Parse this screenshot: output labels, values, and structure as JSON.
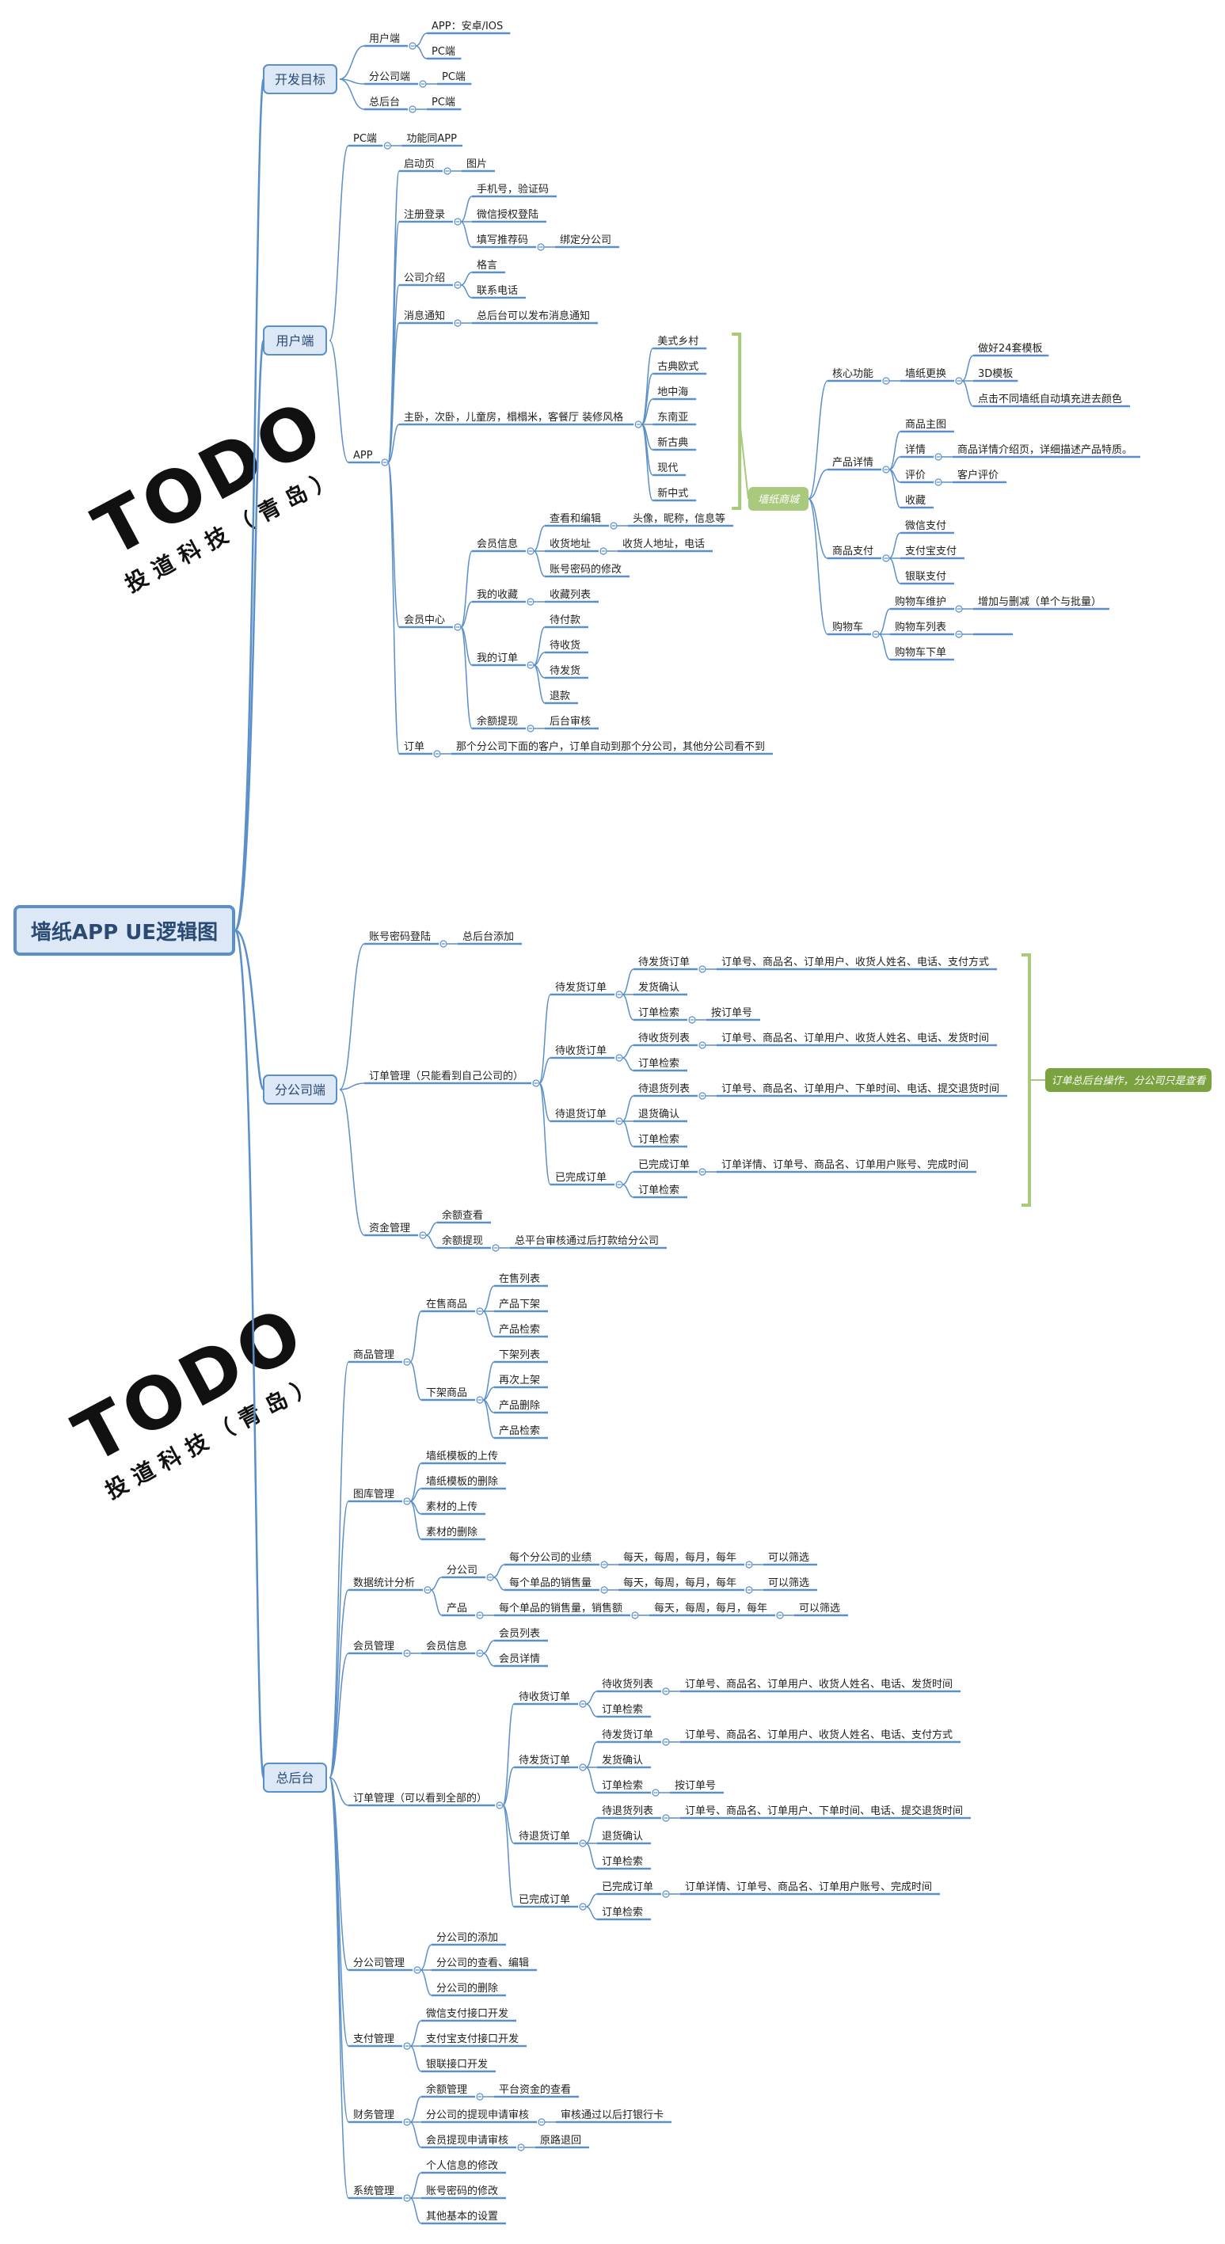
{
  "root": "墙纸APP UE逻辑图",
  "watermarks": [
    {
      "brand": "TODO",
      "sub": "投道科技（青岛）"
    },
    {
      "brand": "TODO",
      "sub": "投道科技（青岛）"
    }
  ],
  "side_notes": {
    "mall": "墙纸商城",
    "orders": "订单总后台操作，分公司只是查看"
  },
  "colors": {
    "blue": "#5b8fc9",
    "green": "#a9c97d",
    "line": "#5b8fc9"
  },
  "tree": [
    {
      "label": "开发目标",
      "type": "main",
      "children": [
        {
          "label": "用户端",
          "children": [
            {
              "label": "APP：安卓/IOS"
            },
            {
              "label": "PC端"
            }
          ]
        },
        {
          "label": "分公司端",
          "children": [
            {
              "label": "PC端"
            }
          ]
        },
        {
          "label": "总后台",
          "children": [
            {
              "label": "PC端"
            }
          ]
        }
      ]
    },
    {
      "label": "用户端",
      "type": "main",
      "children": [
        {
          "label": "PC端",
          "children": [
            {
              "label": "功能同APP"
            }
          ]
        },
        {
          "label": "APP",
          "children": [
            {
              "label": "启动页",
              "children": [
                {
                  "label": "图片"
                }
              ]
            },
            {
              "label": "注册登录",
              "children": [
                {
                  "label": "手机号，验证码"
                },
                {
                  "label": "微信授权登陆"
                },
                {
                  "label": "填写推荐码",
                  "children": [
                    {
                      "label": "绑定分公司"
                    }
                  ]
                }
              ]
            },
            {
              "label": "公司介绍",
              "children": [
                {
                  "label": "格言"
                },
                {
                  "label": "联系电话"
                }
              ]
            },
            {
              "label": "消息通知",
              "children": [
                {
                  "label": "总后台可以发布消息通知"
                }
              ]
            },
            {
              "label": "主卧，次卧，儿童房，榻榻米，客餐厅 装修风格",
              "children": [
                {
                  "label": "美式乡村"
                },
                {
                  "label": "古典欧式"
                },
                {
                  "label": "地中海"
                },
                {
                  "label": "东南亚"
                },
                {
                  "label": "新古典"
                },
                {
                  "label": "现代"
                },
                {
                  "label": "新中式"
                }
              ]
            },
            {
              "label": "会员中心",
              "children": [
                {
                  "label": "会员信息",
                  "children": [
                    {
                      "label": "查看和编辑",
                      "children": [
                        {
                          "label": "头像，昵称，信息等"
                        }
                      ]
                    },
                    {
                      "label": "收货地址",
                      "children": [
                        {
                          "label": "收货人地址，电话"
                        }
                      ]
                    },
                    {
                      "label": "账号密码的修改"
                    }
                  ]
                },
                {
                  "label": "我的收藏",
                  "children": [
                    {
                      "label": "收藏列表"
                    }
                  ]
                },
                {
                  "label": "我的订单",
                  "children": [
                    {
                      "label": "待付款"
                    },
                    {
                      "label": "待收货"
                    },
                    {
                      "label": "待发货"
                    },
                    {
                      "label": "退款"
                    }
                  ]
                },
                {
                  "label": "余额提现",
                  "children": [
                    {
                      "label": "后台审核"
                    }
                  ]
                }
              ]
            },
            {
              "label": "订单",
              "children": [
                {
                  "label": "那个分公司下面的客户，订单自动到那个分公司，其他分公司看不到"
                }
              ]
            }
          ]
        }
      ]
    },
    {
      "label": "墙纸商城",
      "type": "float",
      "children": [
        {
          "label": "核心功能",
          "children": [
            {
              "label": "墙纸更换",
              "children": [
                {
                  "label": "做好24套模板"
                },
                {
                  "label": "3D模板"
                },
                {
                  "label": "点击不同墙纸自动填充进去颜色"
                }
              ]
            }
          ]
        },
        {
          "label": "产品详情",
          "children": [
            {
              "label": "商品主图"
            },
            {
              "label": "详情",
              "children": [
                {
                  "label": "商品详情介绍页，详细描述产品特质。"
                }
              ]
            },
            {
              "label": "评价",
              "children": [
                {
                  "label": "客户评价"
                }
              ]
            },
            {
              "label": "收藏"
            }
          ]
        },
        {
          "label": "商品支付",
          "children": [
            {
              "label": "微信支付"
            },
            {
              "label": "支付宝支付"
            },
            {
              "label": "银联支付"
            }
          ]
        },
        {
          "label": "购物车",
          "children": [
            {
              "label": "购物车维护",
              "children": [
                {
                  "label": "增加与删减（单个与批量）"
                }
              ]
            },
            {
              "label": "购物车列表",
              "children": [
                {
                  "label": ""
                }
              ]
            },
            {
              "label": "购物车下单"
            }
          ]
        }
      ]
    },
    {
      "label": "分公司端",
      "type": "main",
      "children": [
        {
          "label": "账号密码登陆",
          "children": [
            {
              "label": "总后台添加"
            }
          ]
        },
        {
          "label": "订单管理（只能看到自己公司的）",
          "children": [
            {
              "label": "待发货订单",
              "children": [
                {
                  "label": "待发货订单",
                  "children": [
                    {
                      "label": "订单号、商品名、订单用户、收货人姓名、电话、支付方式"
                    }
                  ]
                },
                {
                  "label": "发货确认"
                },
                {
                  "label": "订单检索",
                  "children": [
                    {
                      "label": "按订单号"
                    }
                  ]
                }
              ]
            },
            {
              "label": "待收货订单",
              "children": [
                {
                  "label": "待收货列表",
                  "children": [
                    {
                      "label": "订单号、商品名、订单用户、收货人姓名、电话、发货时间"
                    }
                  ]
                },
                {
                  "label": "订单检索"
                }
              ]
            },
            {
              "label": "待退货订单",
              "children": [
                {
                  "label": "待退货列表",
                  "children": [
                    {
                      "label": "订单号、商品名、订单用户、下单时间、电话、提交退货时间"
                    }
                  ]
                },
                {
                  "label": "退货确认"
                },
                {
                  "label": "订单检索"
                }
              ]
            },
            {
              "label": "已完成订单",
              "children": [
                {
                  "label": "已完成订单",
                  "children": [
                    {
                      "label": "订单详情、订单号、商品名、订单用户账号、完成时间"
                    }
                  ]
                },
                {
                  "label": "订单检索"
                }
              ]
            }
          ]
        },
        {
          "label": "资金管理",
          "children": [
            {
              "label": "余额查看"
            },
            {
              "label": "余额提现",
              "children": [
                {
                  "label": "总平台审核通过后打款给分公司"
                }
              ]
            }
          ]
        }
      ]
    },
    {
      "label": "总后台",
      "type": "main",
      "children": [
        {
          "label": "商品管理",
          "children": [
            {
              "label": "在售商品",
              "children": [
                {
                  "label": "在售列表"
                },
                {
                  "label": "产品下架"
                },
                {
                  "label": "产品检索"
                }
              ]
            },
            {
              "label": "下架商品",
              "children": [
                {
                  "label": "下架列表"
                },
                {
                  "label": "再次上架"
                },
                {
                  "label": "产品删除"
                },
                {
                  "label": "产品检索"
                }
              ]
            }
          ]
        },
        {
          "label": "图库管理",
          "children": [
            {
              "label": "墙纸模板的上传"
            },
            {
              "label": "墙纸模板的删除"
            },
            {
              "label": "素材的上传"
            },
            {
              "label": "素材的删除"
            }
          ]
        },
        {
          "label": "数据统计分析",
          "children": [
            {
              "label": "分公司",
              "children": [
                {
                  "label": "每个分公司的业绩",
                  "children": [
                    {
                      "label": "每天，每周，每月，每年",
                      "children": [
                        {
                          "label": "可以筛选"
                        }
                      ]
                    }
                  ]
                },
                {
                  "label": "每个单品的销售量",
                  "children": [
                    {
                      "label": "每天，每周，每月，每年",
                      "children": [
                        {
                          "label": "可以筛选"
                        }
                      ]
                    }
                  ]
                }
              ]
            },
            {
              "label": "产品",
              "children": [
                {
                  "label": "每个单品的销售量，销售额",
                  "children": [
                    {
                      "label": "每天，每周，每月，每年",
                      "children": [
                        {
                          "label": "可以筛选"
                        }
                      ]
                    }
                  ]
                }
              ]
            }
          ]
        },
        {
          "label": "会员管理",
          "children": [
            {
              "label": "会员信息",
              "children": [
                {
                  "label": "会员列表"
                },
                {
                  "label": "会员详情"
                }
              ]
            }
          ]
        },
        {
          "label": "订单管理（可以看到全部的）",
          "children": [
            {
              "label": "待收货订单",
              "children": [
                {
                  "label": "待收货列表",
                  "children": [
                    {
                      "label": "订单号、商品名、订单用户、收货人姓名、电话、发货时间"
                    }
                  ]
                },
                {
                  "label": "订单检索"
                }
              ]
            },
            {
              "label": "待发货订单",
              "children": [
                {
                  "label": "待发货订单",
                  "children": [
                    {
                      "label": "订单号、商品名、订单用户、收货人姓名、电话、支付方式"
                    }
                  ]
                },
                {
                  "label": "发货确认"
                },
                {
                  "label": "订单检索",
                  "children": [
                    {
                      "label": "按订单号"
                    }
                  ]
                }
              ]
            },
            {
              "label": "待退货订单",
              "children": [
                {
                  "label": "待退货列表",
                  "children": [
                    {
                      "label": "订单号、商品名、订单用户、下单时间、电话、提交退货时间"
                    }
                  ]
                },
                {
                  "label": "退货确认"
                },
                {
                  "label": "订单检索"
                }
              ]
            },
            {
              "label": "已完成订单",
              "children": [
                {
                  "label": "已完成订单",
                  "children": [
                    {
                      "label": "订单详情、订单号、商品名、订单用户账号、完成时间"
                    }
                  ]
                },
                {
                  "label": "订单检索"
                }
              ]
            }
          ]
        },
        {
          "label": "分公司管理",
          "children": [
            {
              "label": "分公司的添加"
            },
            {
              "label": "分公司的查看、编辑"
            },
            {
              "label": "分公司的删除"
            }
          ]
        },
        {
          "label": "支付管理",
          "children": [
            {
              "label": "微信支付接口开发"
            },
            {
              "label": "支付宝支付接口开发"
            },
            {
              "label": "银联接口开发"
            }
          ]
        },
        {
          "label": "财务管理",
          "children": [
            {
              "label": "余额管理",
              "children": [
                {
                  "label": "平台资金的查看"
                }
              ]
            },
            {
              "label": "分公司的提现申请审核",
              "children": [
                {
                  "label": "审核通过以后打银行卡"
                }
              ]
            },
            {
              "label": "会员提现申请审核",
              "children": [
                {
                  "label": "原路退回"
                }
              ]
            }
          ]
        },
        {
          "label": "系统管理",
          "children": [
            {
              "label": "个人信息的修改"
            },
            {
              "label": "账号密码的修改"
            },
            {
              "label": "其他基本的设置"
            }
          ]
        }
      ]
    }
  ]
}
